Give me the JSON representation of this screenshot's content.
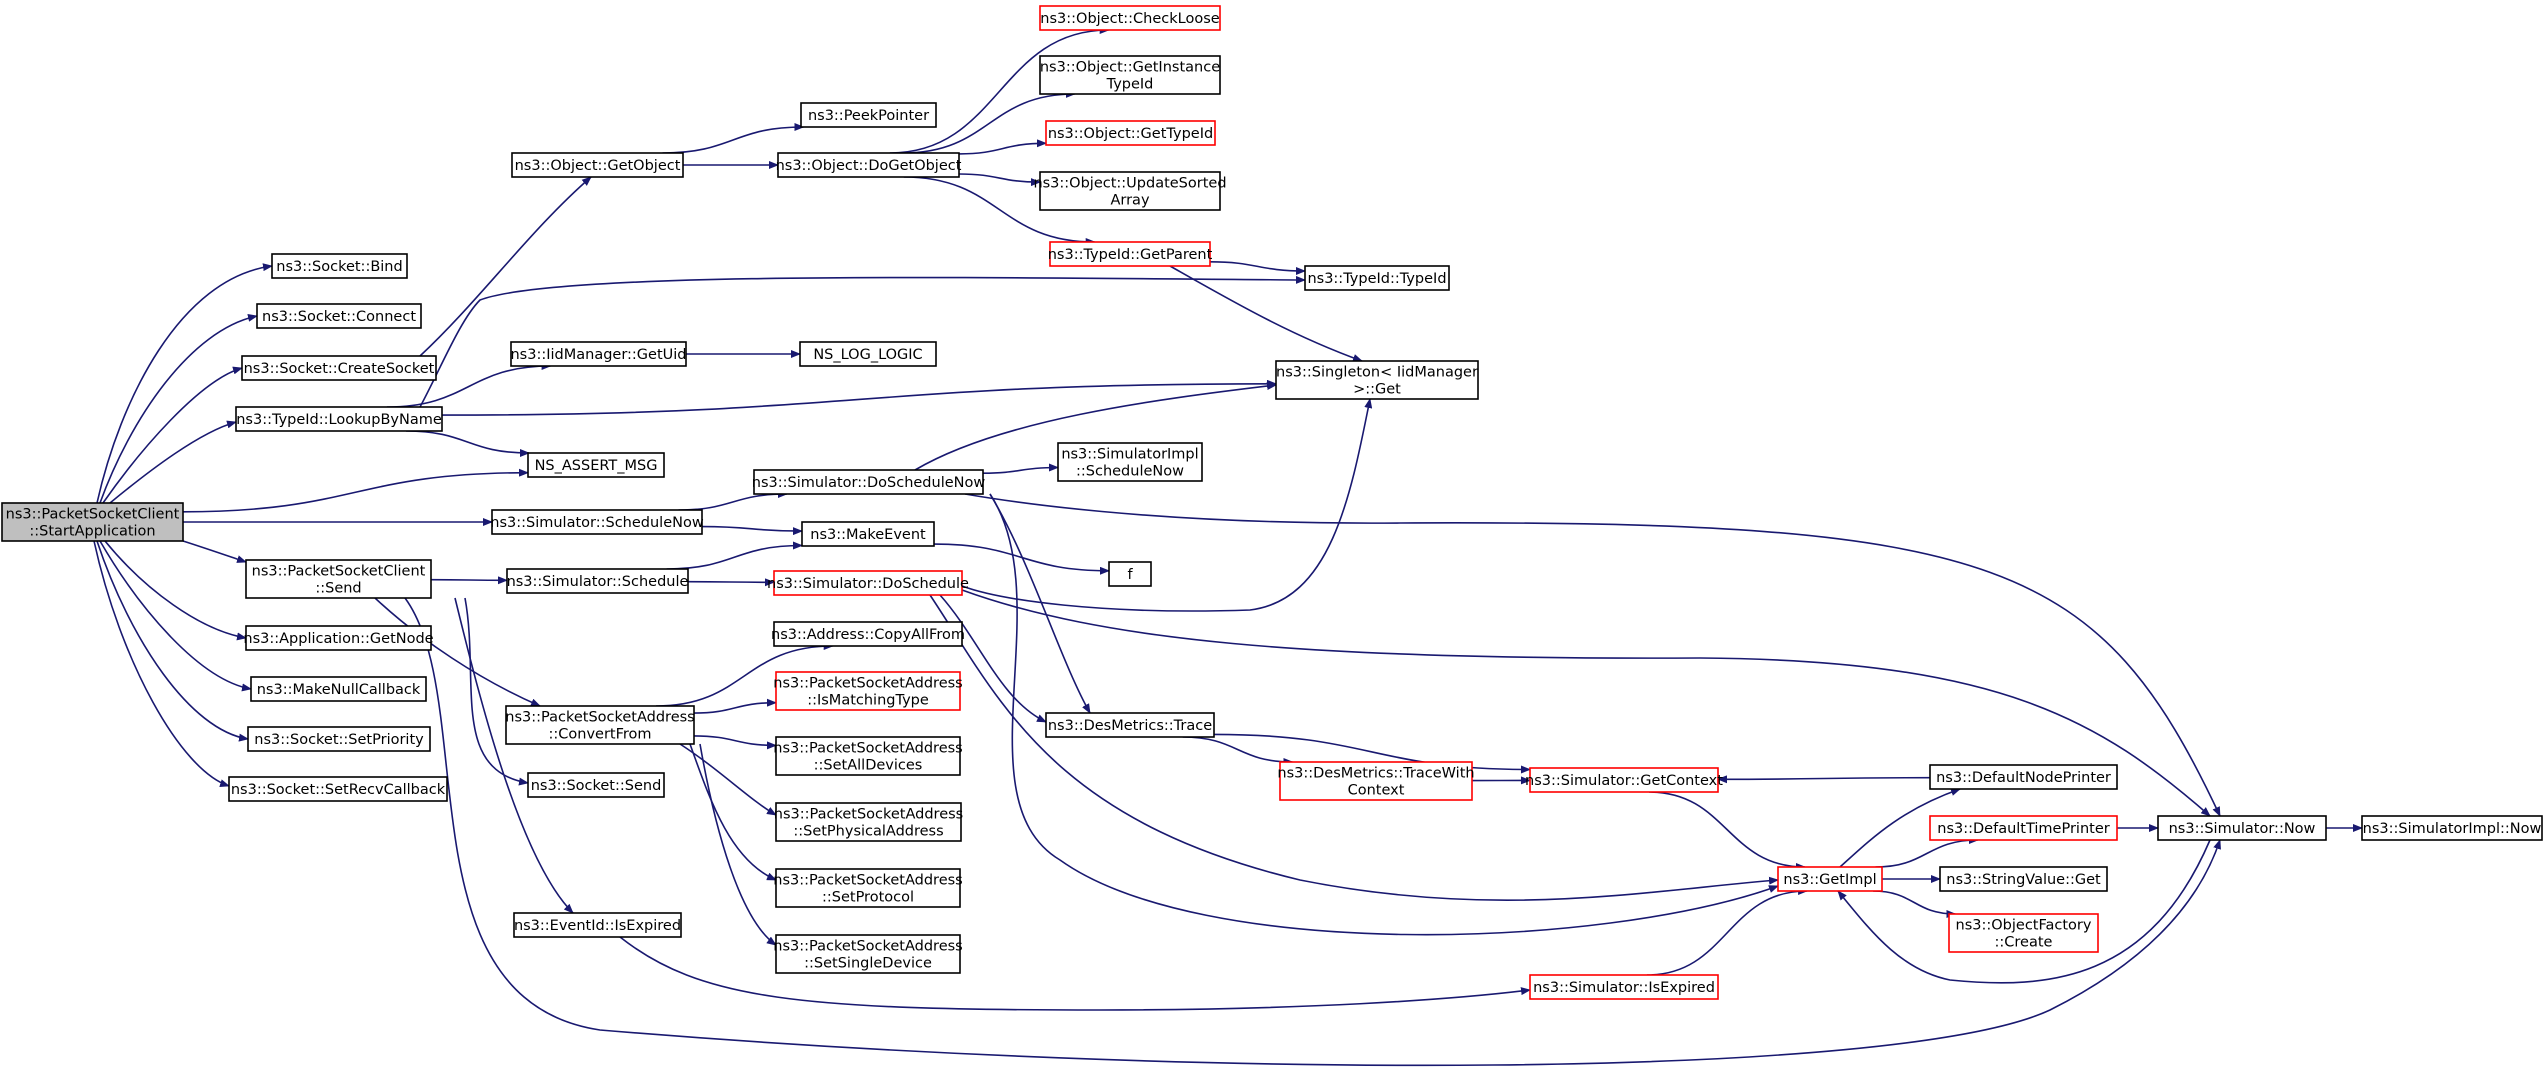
{
  "colors": {
    "edge": "#191970",
    "border": "#000000",
    "border_red": "#ff0000",
    "root_fill": "#bfbfbf",
    "fill": "#ffffff"
  },
  "nodes": [
    {
      "id": "root",
      "lines": [
        "ns3::PacketSocketClient",
        "::StartApplication"
      ],
      "style": "root"
    },
    {
      "id": "bind",
      "lines": [
        "ns3::Socket::Bind"
      ],
      "style": "black"
    },
    {
      "id": "connect",
      "lines": [
        "ns3::Socket::Connect"
      ],
      "style": "black"
    },
    {
      "id": "createsocket",
      "lines": [
        "ns3::Socket::CreateSocket"
      ],
      "style": "black"
    },
    {
      "id": "lookupbyname",
      "lines": [
        "ns3::TypeId::LookupByName"
      ],
      "style": "black"
    },
    {
      "id": "assertmsg",
      "lines": [
        "NS_ASSERT_MSG"
      ],
      "style": "black"
    },
    {
      "id": "schedulenow",
      "lines": [
        "ns3::Simulator::ScheduleNow"
      ],
      "style": "black"
    },
    {
      "id": "send",
      "lines": [
        "ns3::PacketSocketClient",
        "::Send"
      ],
      "style": "black"
    },
    {
      "id": "getnode",
      "lines": [
        "ns3::Application::GetNode"
      ],
      "style": "black"
    },
    {
      "id": "makenullcb",
      "lines": [
        "ns3::MakeNullCallback"
      ],
      "style": "black"
    },
    {
      "id": "setpriority",
      "lines": [
        "ns3::Socket::SetPriority"
      ],
      "style": "black"
    },
    {
      "id": "setrecvcb",
      "lines": [
        "ns3::Socket::SetRecvCallback"
      ],
      "style": "black"
    },
    {
      "id": "getobject",
      "lines": [
        "ns3::Object::GetObject"
      ],
      "style": "black"
    },
    {
      "id": "iidgetuid",
      "lines": [
        "ns3::IidManager::GetUid"
      ],
      "style": "black"
    },
    {
      "id": "sched",
      "lines": [
        "ns3::Simulator::Schedule"
      ],
      "style": "black"
    },
    {
      "id": "convertfrom",
      "lines": [
        "ns3::PacketSocketAddress",
        "::ConvertFrom"
      ],
      "style": "black"
    },
    {
      "id": "socketsend",
      "lines": [
        "ns3::Socket::Send"
      ],
      "style": "black"
    },
    {
      "id": "isexpired",
      "lines": [
        "ns3::EventId::IsExpired"
      ],
      "style": "black"
    },
    {
      "id": "peekpointer",
      "lines": [
        "ns3::PeekPointer"
      ],
      "style": "black"
    },
    {
      "id": "dogetobject",
      "lines": [
        "ns3::Object::DoGetObject"
      ],
      "style": "black"
    },
    {
      "id": "nslogic",
      "lines": [
        "NS_LOG_LOGIC"
      ],
      "style": "black"
    },
    {
      "id": "doschedulenow",
      "lines": [
        "ns3::Simulator::DoScheduleNow"
      ],
      "style": "black"
    },
    {
      "id": "makeevent",
      "lines": [
        "ns3::MakeEvent"
      ],
      "style": "black"
    },
    {
      "id": "dosched",
      "lines": [
        "ns3::Simulator::DoSchedule"
      ],
      "style": "red"
    },
    {
      "id": "copyallfrom",
      "lines": [
        "ns3::Address::CopyAllFrom"
      ],
      "style": "black"
    },
    {
      "id": "ismatchingtype",
      "lines": [
        "ns3::PacketSocketAddress",
        "::IsMatchingType"
      ],
      "style": "red"
    },
    {
      "id": "setalldevices",
      "lines": [
        "ns3::PacketSocketAddress",
        "::SetAllDevices"
      ],
      "style": "black"
    },
    {
      "id": "setphysaddr",
      "lines": [
        "ns3::PacketSocketAddress",
        "::SetPhysicalAddress"
      ],
      "style": "black"
    },
    {
      "id": "setprotocol",
      "lines": [
        "ns3::PacketSocketAddress",
        "::SetProtocol"
      ],
      "style": "black"
    },
    {
      "id": "setsingledev",
      "lines": [
        "ns3::PacketSocketAddress",
        "::SetSingleDevice"
      ],
      "style": "black"
    },
    {
      "id": "checkloose",
      "lines": [
        "ns3::Object::CheckLoose"
      ],
      "style": "red"
    },
    {
      "id": "getinstancetid",
      "lines": [
        "ns3::Object::GetInstance",
        "TypeId"
      ],
      "style": "black"
    },
    {
      "id": "objgettypeid",
      "lines": [
        "ns3::Object::GetTypeId"
      ],
      "style": "red"
    },
    {
      "id": "updatesorted",
      "lines": [
        "ns3::Object::UpdateSorted",
        "Array"
      ],
      "style": "black"
    },
    {
      "id": "getparent",
      "lines": [
        "ns3::TypeId::GetParent"
      ],
      "style": "red"
    },
    {
      "id": "simimplschednow",
      "lines": [
        "ns3::SimulatorImpl",
        "::ScheduleNow"
      ],
      "style": "black"
    },
    {
      "id": "f",
      "lines": [
        "f"
      ],
      "style": "black"
    },
    {
      "id": "destrace",
      "lines": [
        "ns3::DesMetrics::Trace"
      ],
      "style": "black"
    },
    {
      "id": "tracewithctx",
      "lines": [
        "ns3::DesMetrics::TraceWith",
        "Context"
      ],
      "style": "red"
    },
    {
      "id": "simisexpired",
      "lines": [
        "ns3::Simulator::IsExpired"
      ],
      "style": "red"
    },
    {
      "id": "typeidtypeid",
      "lines": [
        "ns3::TypeId::TypeId"
      ],
      "style": "black"
    },
    {
      "id": "singletonget",
      "lines": [
        "ns3::Singleton< IidManager",
        " >::Get"
      ],
      "style": "black"
    },
    {
      "id": "getcontext",
      "lines": [
        "ns3::Simulator::GetContext"
      ],
      "style": "red"
    },
    {
      "id": "getimpl",
      "lines": [
        "ns3::GetImpl"
      ],
      "style": "red"
    },
    {
      "id": "defnodeprinter",
      "lines": [
        "ns3::DefaultNodePrinter"
      ],
      "style": "black"
    },
    {
      "id": "deftimeprinter",
      "lines": [
        "ns3::DefaultTimePrinter"
      ],
      "style": "red"
    },
    {
      "id": "stringvalueget",
      "lines": [
        "ns3::StringValue::Get"
      ],
      "style": "black"
    },
    {
      "id": "objfactorycreate",
      "lines": [
        "ns3::ObjectFactory",
        "::Create"
      ],
      "style": "red"
    },
    {
      "id": "simnow",
      "lines": [
        "ns3::Simulator::Now"
      ],
      "style": "black"
    },
    {
      "id": "simimplnow",
      "lines": [
        "ns3::SimulatorImpl::Now"
      ],
      "style": "black"
    }
  ],
  "edges": [
    [
      "root",
      "bind"
    ],
    [
      "root",
      "connect"
    ],
    [
      "root",
      "createsocket"
    ],
    [
      "root",
      "lookupbyname"
    ],
    [
      "root",
      "assertmsg"
    ],
    [
      "root",
      "schedulenow"
    ],
    [
      "root",
      "send"
    ],
    [
      "root",
      "getnode"
    ],
    [
      "root",
      "makenullcb"
    ],
    [
      "root",
      "setpriority"
    ],
    [
      "root",
      "setrecvcb"
    ],
    [
      "createsocket",
      "getobject"
    ],
    [
      "getobject",
      "peekpointer"
    ],
    [
      "getobject",
      "dogetobject"
    ],
    [
      "dogetobject",
      "checkloose"
    ],
    [
      "dogetobject",
      "getinstancetid"
    ],
    [
      "dogetobject",
      "objgettypeid"
    ],
    [
      "dogetobject",
      "updatesorted"
    ],
    [
      "dogetobject",
      "getparent"
    ],
    [
      "getparent",
      "typeidtypeid"
    ],
    [
      "getparent",
      "singletonget"
    ],
    [
      "lookupbyname",
      "iidgetuid"
    ],
    [
      "lookupbyname",
      "assertmsg"
    ],
    [
      "lookupbyname",
      "typeidtypeid"
    ],
    [
      "lookupbyname",
      "singletonget"
    ],
    [
      "iidgetuid",
      "nslogic"
    ],
    [
      "schedulenow",
      "doschedulenow"
    ],
    [
      "schedulenow",
      "makeevent"
    ],
    [
      "doschedulenow",
      "singletonget"
    ],
    [
      "doschedulenow",
      "simimplschednow"
    ],
    [
      "doschedulenow",
      "simnow"
    ],
    [
      "doschedulenow",
      "destrace"
    ],
    [
      "doschedulenow",
      "getimpl"
    ],
    [
      "makeevent",
      "f"
    ],
    [
      "send",
      "sched"
    ],
    [
      "send",
      "convertfrom"
    ],
    [
      "send",
      "socketsend"
    ],
    [
      "send",
      "isexpired"
    ],
    [
      "send",
      "simnow"
    ],
    [
      "sched",
      "makeevent"
    ],
    [
      "sched",
      "dosched"
    ],
    [
      "dosched",
      "singletonget"
    ],
    [
      "dosched",
      "simnow"
    ],
    [
      "dosched",
      "destrace"
    ],
    [
      "dosched",
      "getimpl"
    ],
    [
      "convertfrom",
      "copyallfrom"
    ],
    [
      "convertfrom",
      "ismatchingtype"
    ],
    [
      "convertfrom",
      "setalldevices"
    ],
    [
      "convertfrom",
      "setphysaddr"
    ],
    [
      "convertfrom",
      "setprotocol"
    ],
    [
      "convertfrom",
      "setsingledev"
    ],
    [
      "destrace",
      "tracewithctx"
    ],
    [
      "destrace",
      "getcontext"
    ],
    [
      "tracewithctx",
      "getcontext"
    ],
    [
      "getcontext",
      "getimpl"
    ],
    [
      "isexpired",
      "simisexpired"
    ],
    [
      "simisexpired",
      "getimpl"
    ],
    [
      "getimpl",
      "defnodeprinter"
    ],
    [
      "getimpl",
      "deftimeprinter"
    ],
    [
      "getimpl",
      "stringvalueget"
    ],
    [
      "getimpl",
      "objfactorycreate"
    ],
    [
      "defnodeprinter",
      "getcontext"
    ],
    [
      "deftimeprinter",
      "simnow"
    ],
    [
      "simnow",
      "getimpl"
    ],
    [
      "simnow",
      "simimplnow"
    ]
  ]
}
